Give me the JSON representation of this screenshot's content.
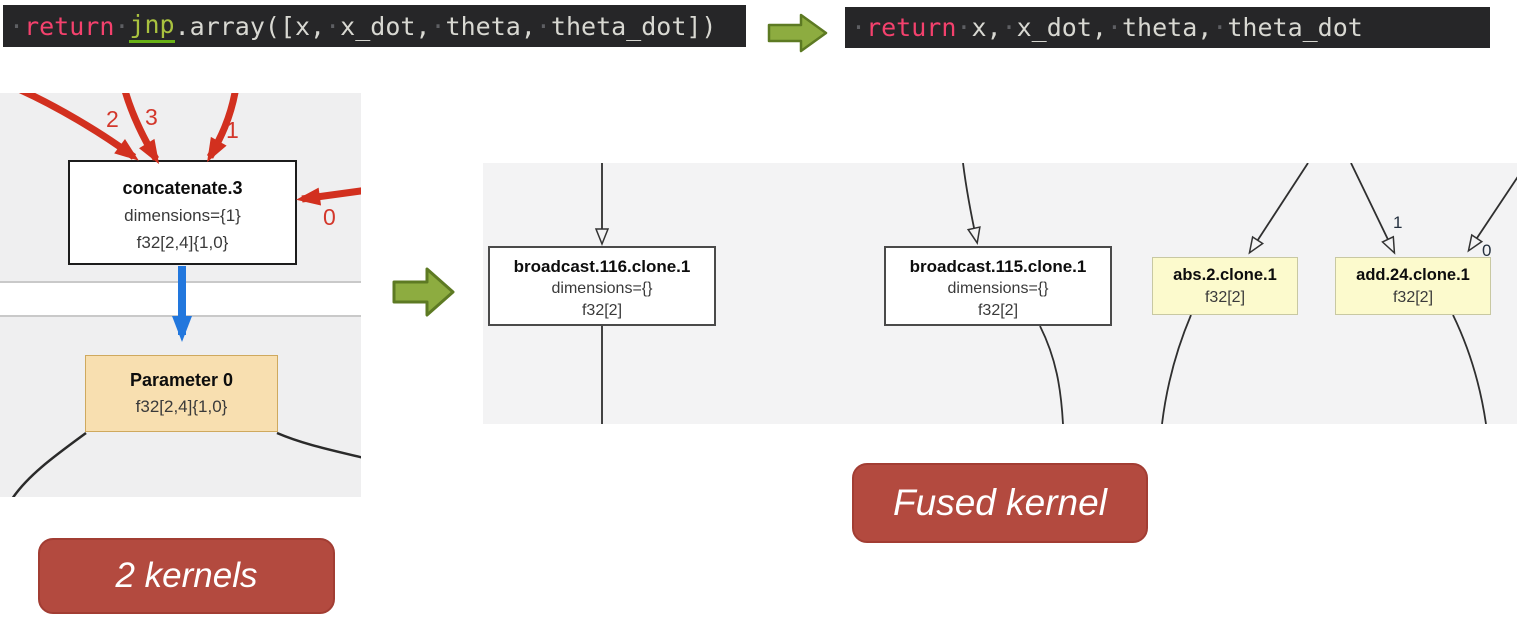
{
  "code_before": {
    "tokens": [
      {
        "text": "·",
        "type": "space"
      },
      {
        "text": "return",
        "type": "keyword"
      },
      {
        "text": "·",
        "type": "space"
      },
      {
        "text": "jnp",
        "type": "module"
      },
      {
        "text": ".array([x,",
        "type": "plain"
      },
      {
        "text": "·",
        "type": "space"
      },
      {
        "text": "x_dot,",
        "type": "plain"
      },
      {
        "text": "·",
        "type": "space"
      },
      {
        "text": "theta,",
        "type": "plain"
      },
      {
        "text": "·",
        "type": "space"
      },
      {
        "text": "theta_dot])",
        "type": "plain"
      }
    ]
  },
  "code_after": {
    "tokens": [
      {
        "text": "·",
        "type": "space"
      },
      {
        "text": "return",
        "type": "keyword"
      },
      {
        "text": "·",
        "type": "space"
      },
      {
        "text": "x,",
        "type": "plain"
      },
      {
        "text": "·",
        "type": "space"
      },
      {
        "text": "x_dot,",
        "type": "plain"
      },
      {
        "text": "·",
        "type": "space"
      },
      {
        "text": "theta,",
        "type": "plain"
      },
      {
        "text": "·",
        "type": "space"
      },
      {
        "text": "theta_dot",
        "type": "plain"
      }
    ]
  },
  "left_graph": {
    "nodes": {
      "concatenate": {
        "title": "concatenate.3",
        "line1": "dimensions={1}",
        "line2": "f32[2,4]{1,0}"
      },
      "parameter": {
        "title": "Parameter 0",
        "line1": "f32[2,4]{1,0}"
      }
    },
    "edge_labels": {
      "e2": "2",
      "e3": "3",
      "e1": "1",
      "e0": "0"
    }
  },
  "right_graph": {
    "nodes": {
      "broadcast116": {
        "title": "broadcast.116.clone.1",
        "line1": "dimensions={}",
        "line2": "f32[2]"
      },
      "broadcast115": {
        "title": "broadcast.115.clone.1",
        "line1": "dimensions={}",
        "line2": "f32[2]"
      },
      "abs2": {
        "title": "abs.2.clone.1",
        "line1": "f32[2]"
      },
      "add24": {
        "title": "add.24.clone.1",
        "line1": "f32[2]"
      }
    },
    "edge_labels": {
      "one": "1",
      "zero": "0"
    }
  },
  "annotations": {
    "left_label": "2 kernels",
    "right_label": "Fused kernel"
  },
  "colors": {
    "code_bg": "#262628",
    "code_keyword": "#f4416d",
    "code_module": "#a9c23f",
    "code_text": "#d8d8d2",
    "arrow_green_fill": "#8dac40",
    "arrow_green_stroke": "#5d7a23",
    "edge_red": "#d2301f",
    "edge_blue": "#2277dd",
    "pill_red": "#b34a3f",
    "node_tan": "#f8dfb0",
    "node_yellow": "#fcfacd",
    "graph_bg_left": "#efeff0",
    "graph_bg_right": "#f3f3f4"
  }
}
